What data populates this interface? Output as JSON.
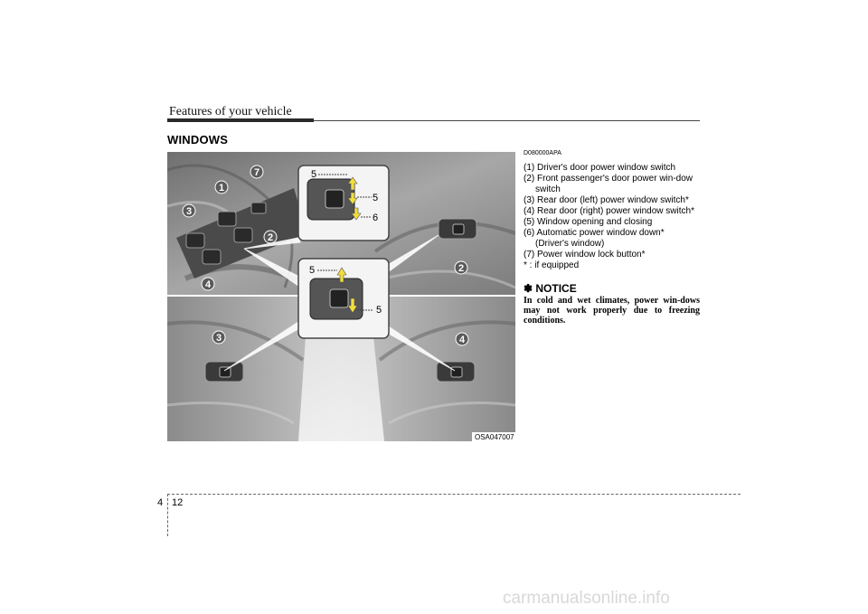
{
  "header": {
    "title": "Features of your vehicle"
  },
  "section": {
    "title": "WINDOWS"
  },
  "figure": {
    "code": "OSA047007",
    "callouts": [
      "1",
      "2",
      "3",
      "4",
      "5",
      "6",
      "7"
    ],
    "colors": {
      "trim": "#8f8f8f",
      "callout_arrow": "#f2dd3c",
      "callout_text": "#ffffff"
    }
  },
  "content": {
    "doc_code": "D080000APA",
    "items": [
      "(1) Driver's door power window switch",
      "(2) Front passenger's door power win-dow switch",
      "(3) Rear door (left) power window switch*",
      "(4) Rear door (right) power window switch*",
      "(5) Window opening and closing",
      "(6) Automatic power window down* (Driver's window)",
      "(7) Power window lock button*",
      "* : if equipped"
    ],
    "notice": {
      "title": "✽ NOTICE",
      "text": "In cold and wet climates, power win-dows may not work properly due to freezing conditions."
    }
  },
  "footer": {
    "chapter": "4",
    "page": "12"
  },
  "watermark": "carmanualsonline.info"
}
